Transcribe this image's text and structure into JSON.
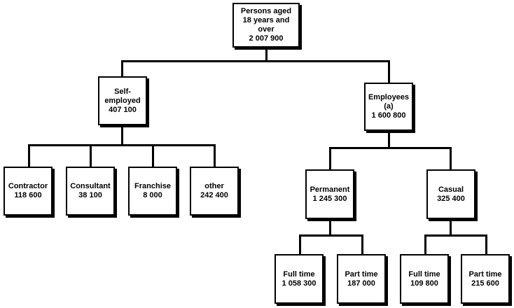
{
  "diagram": {
    "root": {
      "label_lines": [
        "Persons aged",
        "18 years and",
        "over"
      ],
      "value": "2 007 900"
    },
    "self_employed": {
      "label_lines": [
        "Self-",
        "employed"
      ],
      "value": "407 100",
      "children": [
        {
          "label": "Contractor",
          "value": "118 600"
        },
        {
          "label": "Consultant",
          "value": "38 100"
        },
        {
          "label": "Franchise",
          "value": "8 000"
        },
        {
          "label": "other",
          "value": "242 400"
        }
      ]
    },
    "employees": {
      "label_lines": [
        "Employees",
        "(a)"
      ],
      "value": "1 600 800",
      "permanent": {
        "label": "Permanent",
        "value": "1 245 300",
        "children": [
          {
            "label": "Full time",
            "value": "1 058 300"
          },
          {
            "label": "Part time",
            "value": "187 000"
          }
        ]
      },
      "casual": {
        "label": "Casual",
        "value": "325 400",
        "children": [
          {
            "label": "Full time",
            "value": "109 800"
          },
          {
            "label": "Part time",
            "value": "215 600"
          }
        ]
      }
    }
  }
}
